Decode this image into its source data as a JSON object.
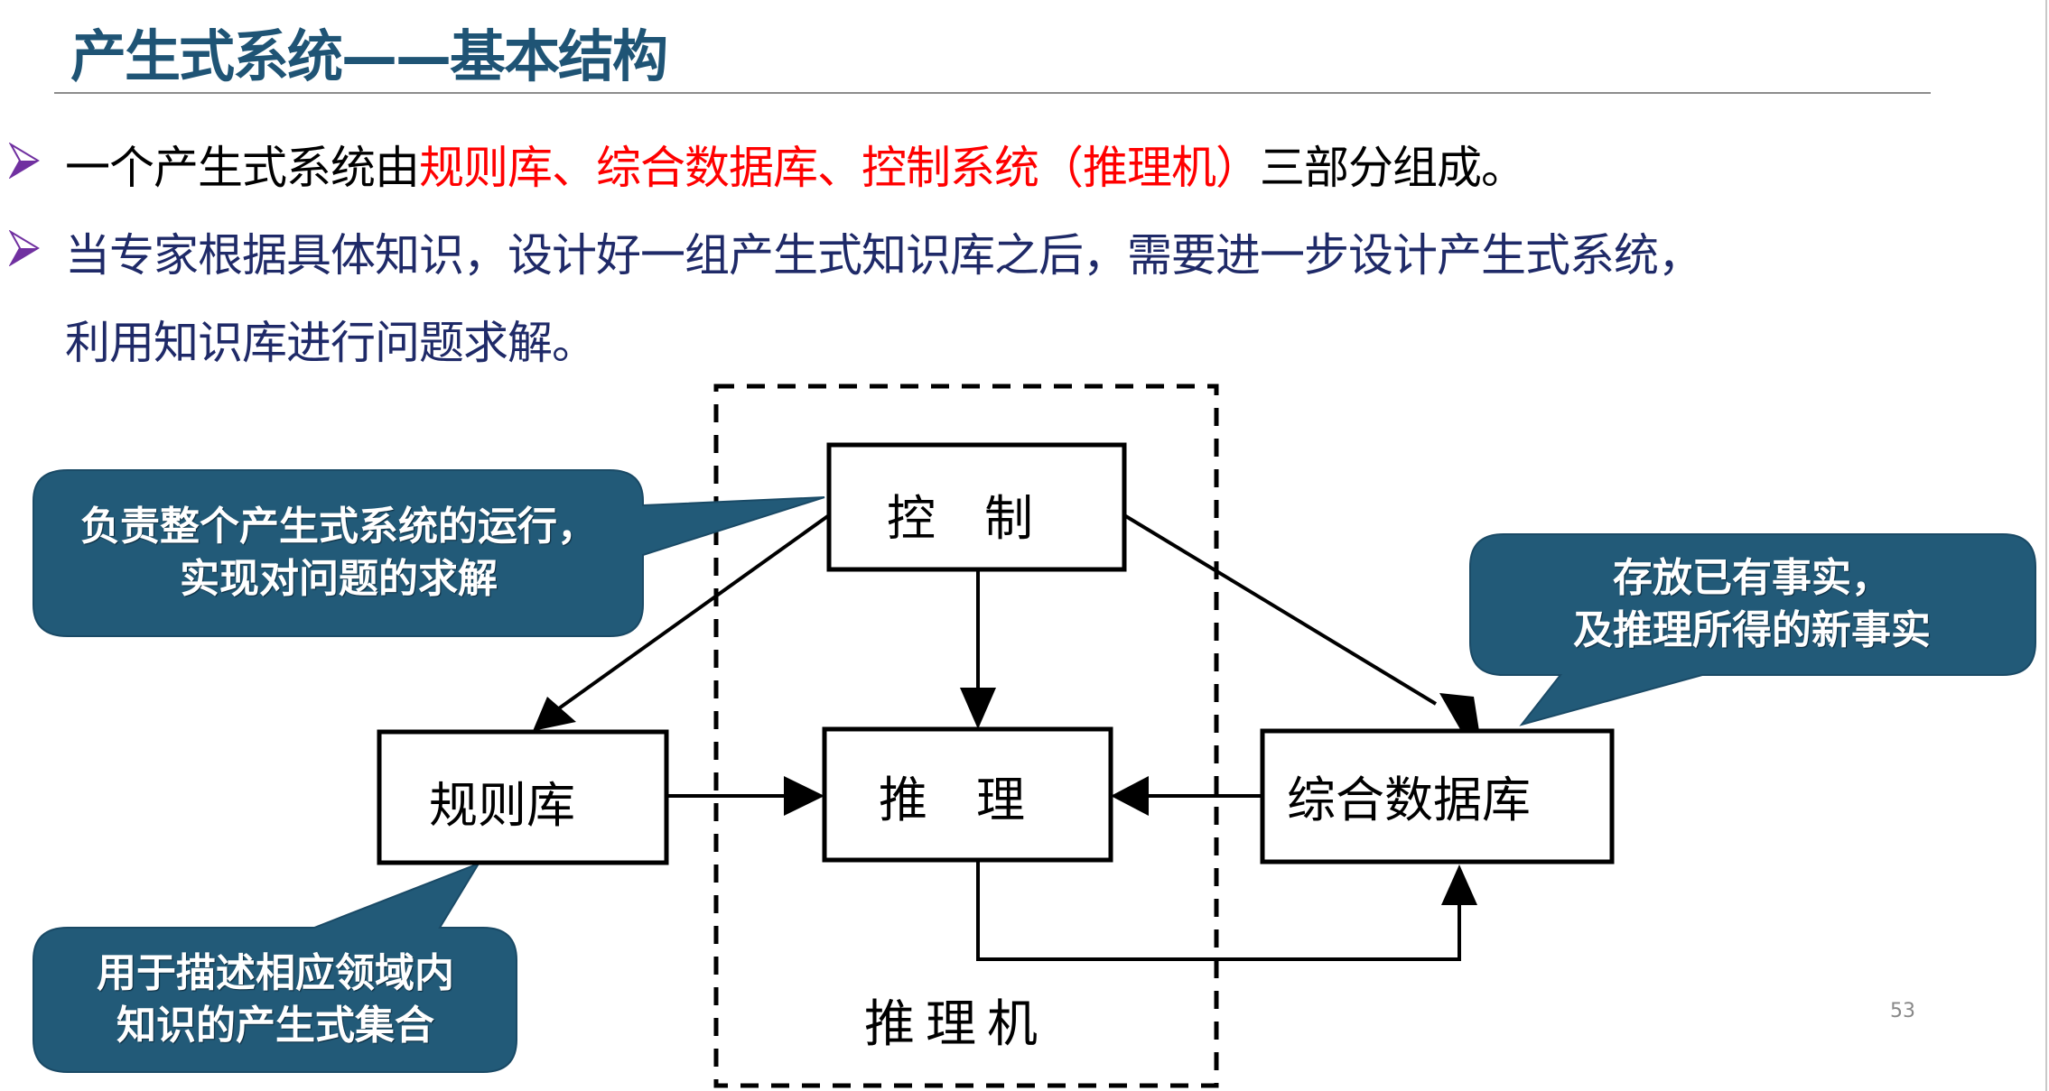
{
  "slide": {
    "title": "产生式系统——基本结构",
    "page_number": "53",
    "colors": {
      "title": "#1f5475",
      "callout_fill": "#225a78",
      "emphasis_red": "#ff0000",
      "body_navy": "#1f2a68",
      "bullet_purple": "#7030a0"
    }
  },
  "bullets": [
    {
      "icon": "triangle-arrow-bullet",
      "segments": [
        {
          "text": "一个产生式系统由",
          "style": "normal"
        },
        {
          "text": "规则库、综合数据库、控制系统（推理机）",
          "style": "red"
        },
        {
          "text": "三部分组成。",
          "style": "normal"
        }
      ]
    },
    {
      "icon": "triangle-arrow-bullet",
      "line1": "当专家根据具体知识，设计好一组产生式知识库之后，需要进一步设计产生式系统，",
      "line2": "利用知识库进行问题求解。"
    }
  ],
  "diagram": {
    "boxes": {
      "control": "控　制",
      "inference": "推　理",
      "rule_base": "规则库",
      "database": "综合数据库"
    },
    "engine_label": "推理机",
    "edges": [
      {
        "from": "control",
        "to": "rule_base"
      },
      {
        "from": "control",
        "to": "inference"
      },
      {
        "from": "control",
        "to": "database"
      },
      {
        "from": "rule_base",
        "to": "inference"
      },
      {
        "from": "database",
        "to": "inference"
      },
      {
        "from": "inference",
        "to": "database"
      }
    ],
    "callouts": {
      "control": {
        "line1": "负责整个产生式系统的运行，",
        "line2": "实现对问题的求解"
      },
      "database": {
        "line1": "存放已有事实，",
        "line2": "及推理所得的新事实"
      },
      "rule_base": {
        "line1": "用于描述相应领域内",
        "line2": "知识的产生式集合"
      }
    }
  }
}
